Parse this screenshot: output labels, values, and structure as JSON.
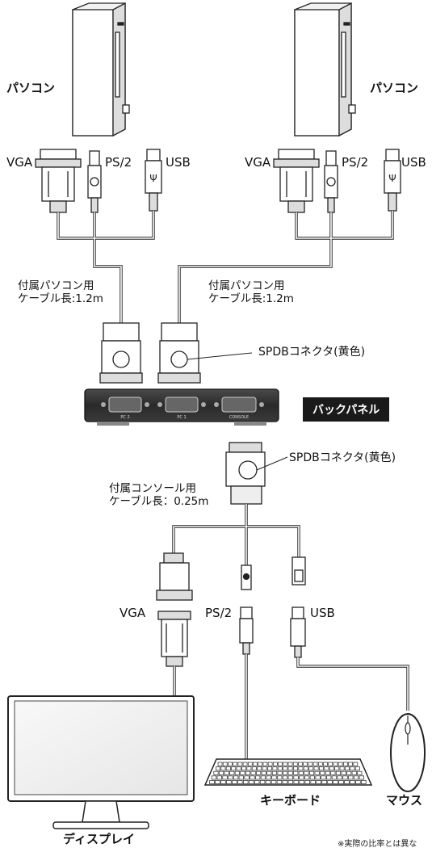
{
  "labels": {
    "pc_left": "パソコン",
    "pc_right": "パソコン",
    "vga_left": "VGA",
    "ps2_left": "PS/2",
    "usb_left": "USB",
    "vga_right": "VGA",
    "ps2_right": "PS/2",
    "usb_right": "USB",
    "cable_left": "付属パソコン用\nケーブル長:1.2m",
    "cable_right": "付属パソコン用\nケーブル長:1.2m",
    "spdb_top": "SPDBコネクタ(黄色)",
    "back_panel": "バックパネル",
    "spdb_bottom": "SPDBコネクタ(黄色)",
    "console_cable": "付属コンソール用\nケーブル長：0.25m",
    "vga_bottom": "VGA",
    "ps2_bottom": "PS/2",
    "usb_bottom": "USB",
    "display": "ディスプレイ",
    "keyboard": "キーボード",
    "mouse": "マウス",
    "note": "※実際の比率とは異な"
  },
  "panel_ports": [
    "PC 2",
    "PC 1",
    "CONSOLE"
  ]
}
